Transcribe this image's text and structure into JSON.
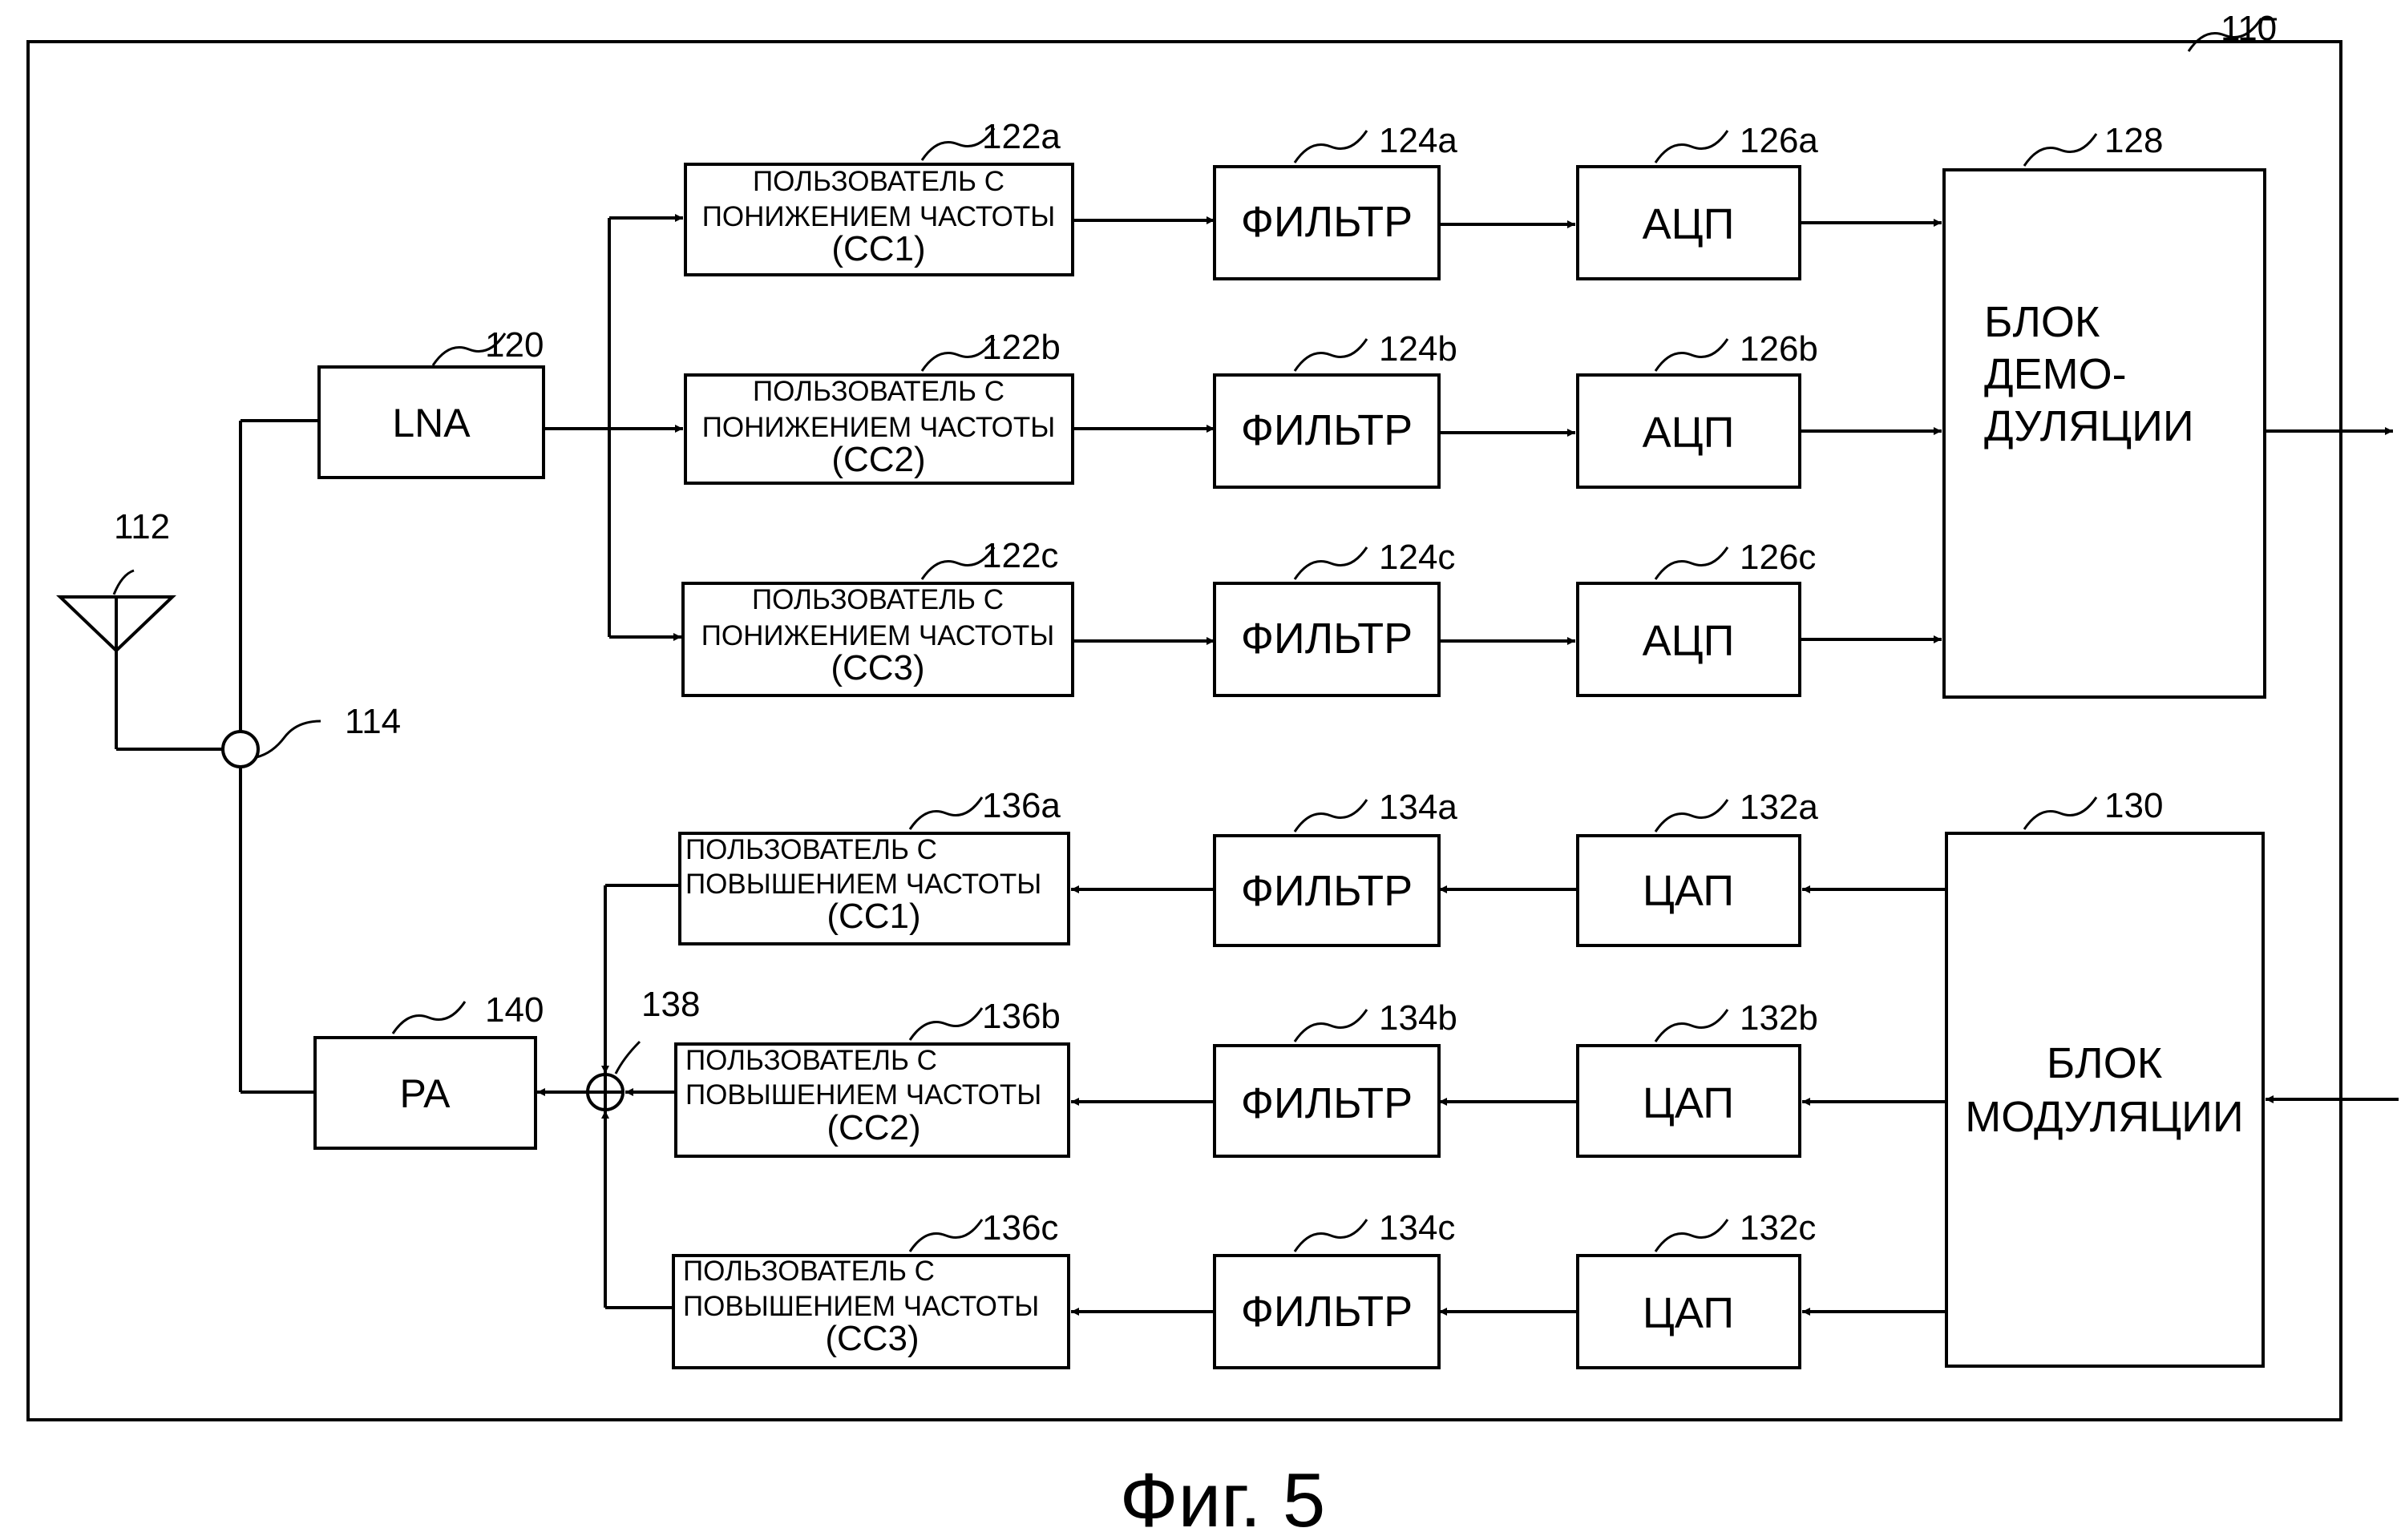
{
  "figure_caption": "Фиг. 5",
  "refs": {
    "device": "110",
    "antenna": "112",
    "duplexer": "114",
    "lna": "120",
    "pa": "140",
    "combiner": "138",
    "demod": "128",
    "mod": "130",
    "dc_a": "122a",
    "dc_b": "122b",
    "dc_c": "122c",
    "rxf_a": "124a",
    "rxf_b": "124b",
    "rxf_c": "124c",
    "adc_a": "126a",
    "adc_b": "126b",
    "adc_c": "126c",
    "dac_a": "132a",
    "dac_b": "132b",
    "dac_c": "132c",
    "txf_a": "134a",
    "txf_b": "134b",
    "txf_c": "134c",
    "uc_a": "136a",
    "uc_b": "136b",
    "uc_c": "136c"
  },
  "labels": {
    "lna": "LNA",
    "pa": "PA",
    "filter": "ФИЛЬТР",
    "adc": "АЦП",
    "dac": "ЦАП",
    "demod": [
      "БЛОК",
      "ДЕМО-",
      "ДУЛЯЦИИ"
    ],
    "mod": [
      "БЛОК",
      "МОДУЛЯЦИИ"
    ],
    "downconv": [
      "ПОЛЬЗОВАТЕЛЬ С",
      "ПОНИЖЕНИЕМ ЧАСТОТЫ"
    ],
    "upconv": [
      "ПОЛЬЗОВАТЕЛЬ С",
      "ПОВЫШЕНИЕМ ЧАСТОТЫ"
    ],
    "cc1": "(CC1)",
    "cc2": "(CC2)",
    "cc3": "(CC3)"
  }
}
